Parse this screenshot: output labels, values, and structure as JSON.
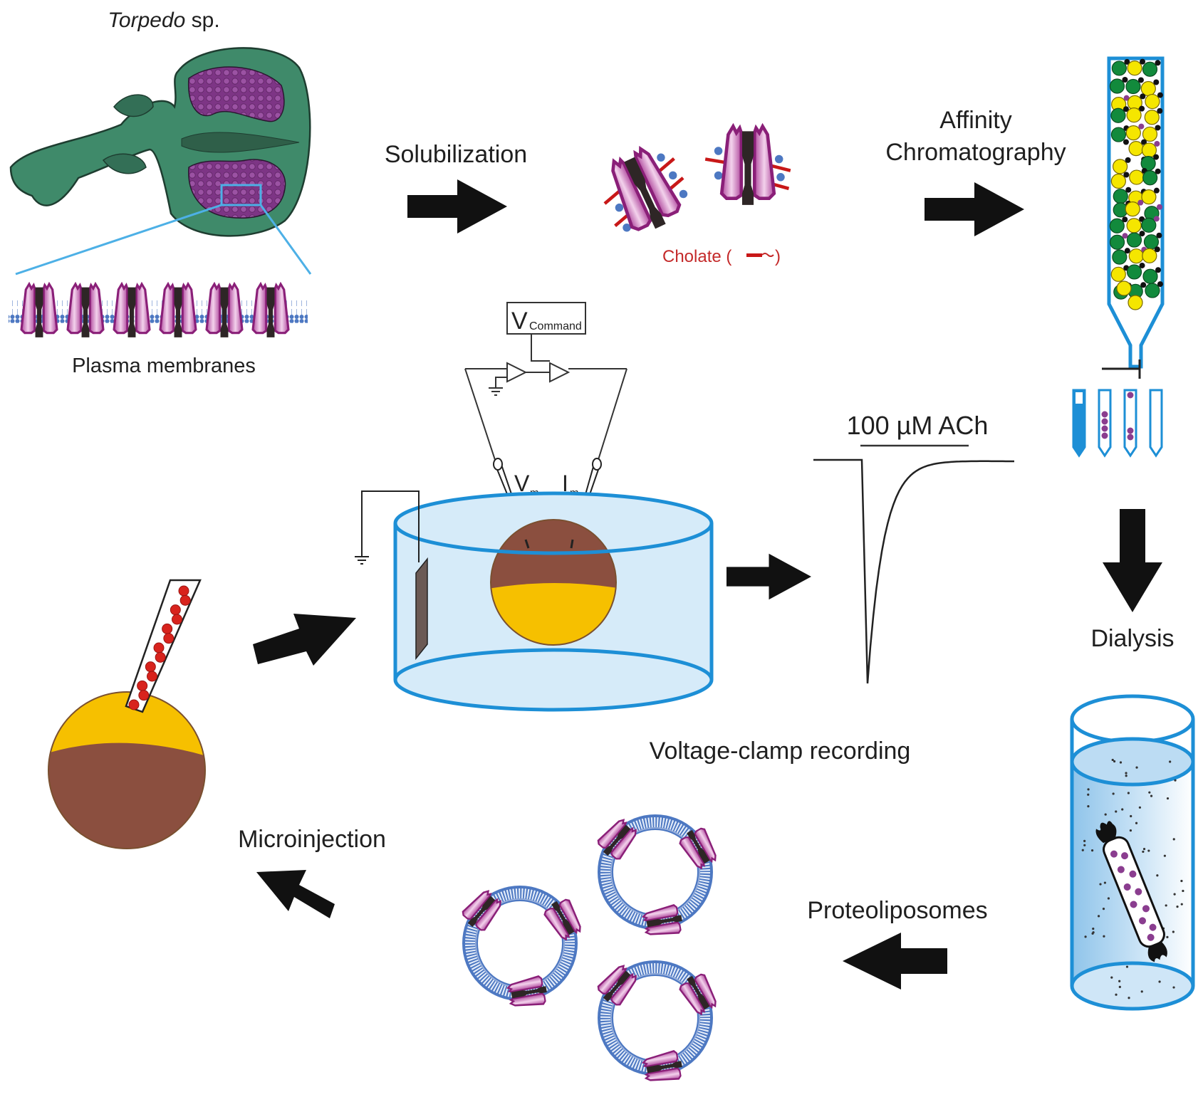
{
  "title": "Reconstitution of Torpedo nicotinic acetylcholine receptor into proteoliposomes and Xenopus oocyte voltage-clamp recording",
  "labels": {
    "organism": "Torpedo",
    "organism_suffix": " sp.",
    "plasma_membranes": "Plasma membranes",
    "solubilization": "Solubilization",
    "cholate": "Cholate (",
    "cholate_close": ")",
    "affinity_line1": "Affinity",
    "affinity_line2": "Chromatography",
    "dialysis": "Dialysis",
    "proteoliposomes": "Proteoliposomes",
    "microinjection": "Microinjection",
    "voltage_clamp": "Voltage-clamp recording",
    "v_command_main": "V",
    "v_command_sub": "Command",
    "vm_main": "V",
    "vm_sub": "m",
    "im_main": "I",
    "im_sub": "m",
    "ach_stimulus": "100 µM ACh"
  },
  "steps": [
    "Plasma membranes",
    "Solubilization",
    "Affinity Chromatography",
    "Dialysis",
    "Proteoliposomes",
    "Microinjection",
    "Voltage-clamp recording"
  ],
  "colors": {
    "fish_green": "#3f8a6a",
    "electric_organ_purple": "#8a3d8f",
    "receptor_magenta": "#9b2a86",
    "receptor_light": "#e8b6dc",
    "pore_dark": "#2e2626",
    "lipid_blue": "#4d78c2",
    "cholate_red": "#d02020",
    "column_blue": "#1d8fd6",
    "bead_yellow": "#f5e600",
    "bead_green": "#128a3c",
    "bath_blue": "#d6ebf9",
    "oocyte_brown": "#8b4f3f",
    "oocyte_yellow": "#f6c000",
    "arrow_black": "#111111"
  }
}
